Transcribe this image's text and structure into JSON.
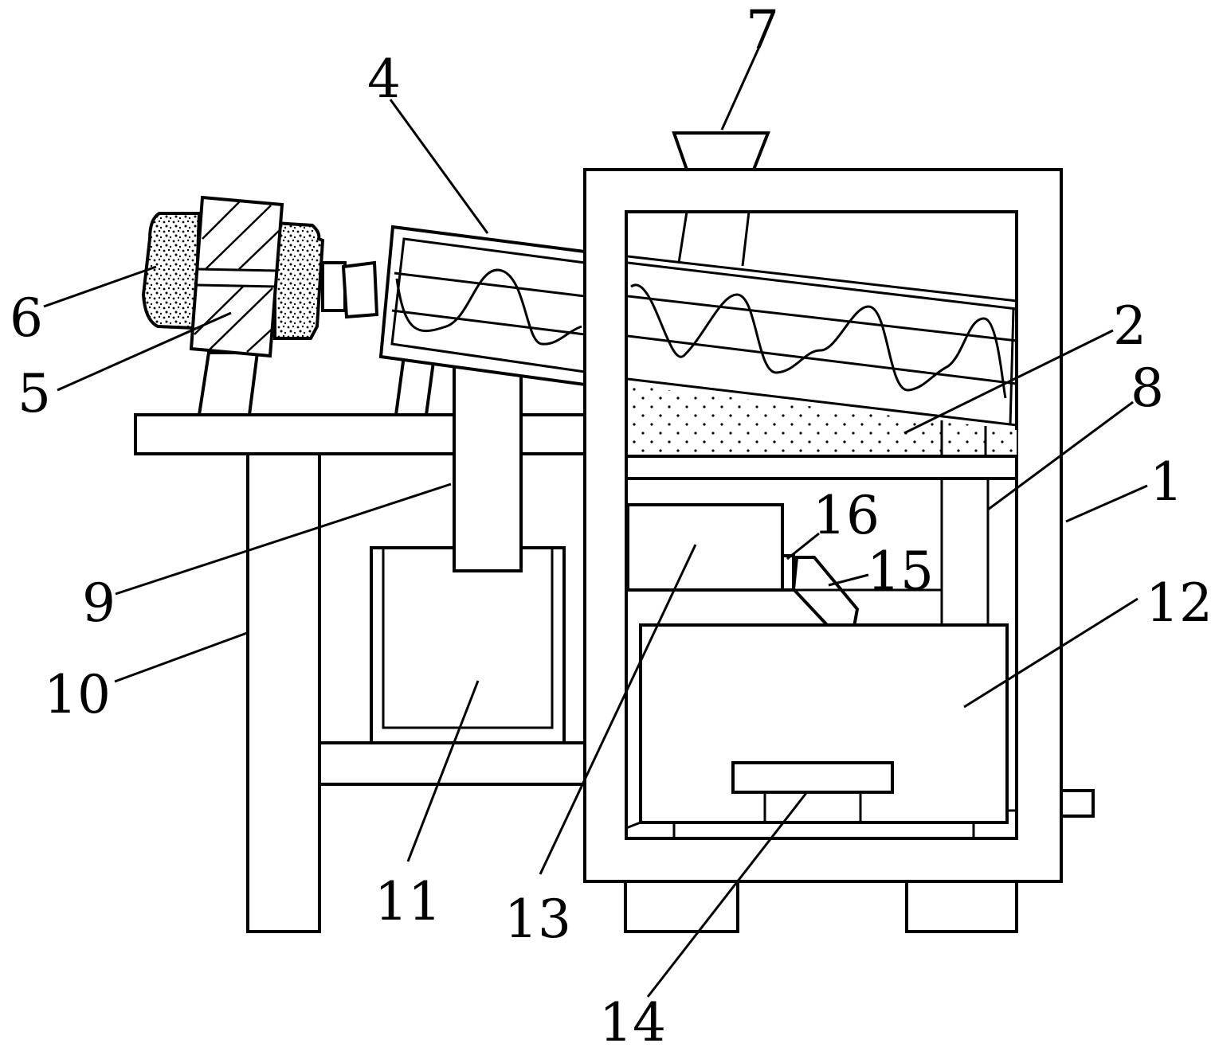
{
  "labels": {
    "l1": "1",
    "l2": "2",
    "l4": "4",
    "l5": "5",
    "l6": "6",
    "l7": "7",
    "l8": "8",
    "l9": "9",
    "l10": "10",
    "l11": "11",
    "l12": "12",
    "l13": "13",
    "l14": "14",
    "l15": "15",
    "l16": "16"
  }
}
